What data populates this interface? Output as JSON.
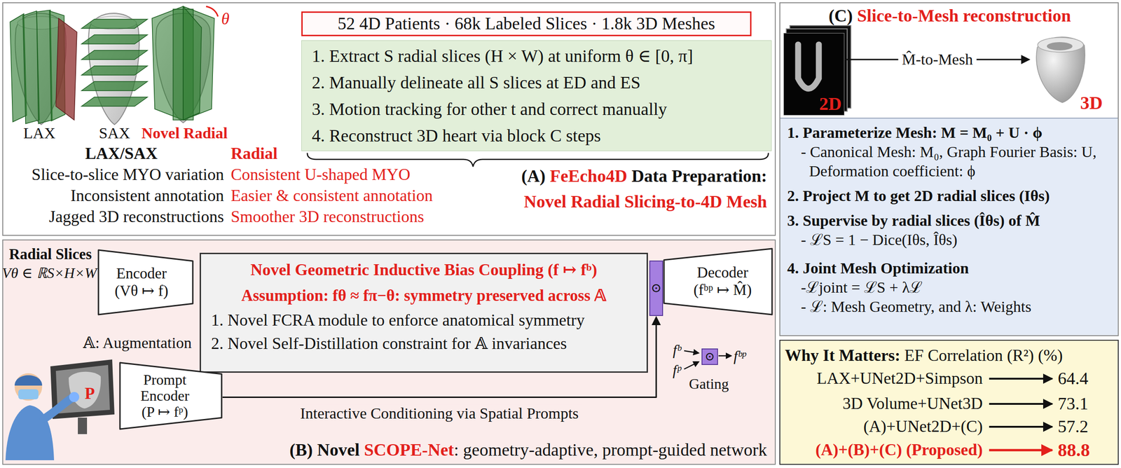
{
  "diagram": {
    "nodes": [
      {
        "text": [
          "(A)",
          "FeEcho4D",
          "Data Preparation:",
          "Novel Radial Slicing-to-4D Mesh"
        ]
      },
      {
        "text": [
          "52 4D Patients · 68k Labeled Slices · 1.8k 3D Meshes"
        ],
        "in": 0
      },
      {
        "text": [
          "1. Extract S radial slices (H × W) at uniform θ ∈ [0, π]",
          "2. Manually delineate all S slices at ED and ES",
          "3. Motion tracking for other t and correct manually",
          "4. Reconstruct 3D heart via block C steps"
        ],
        "in": 0
      },
      {
        "text": [
          "(B) Novel",
          "SCOPE-Net",
          ": geometry-adaptive, prompt-guided network"
        ]
      },
      {
        "text": [
          "Encoder",
          "(Vθ ↦ f)"
        ],
        "in": 3
      },
      {
        "text": [
          "Novel Geometric Inductive Bias Coupling (f ↦ fᵇ)",
          "Assumption: fθ ≈ fπ−θ: symmetry preserved across 𝔸",
          "1. Novel FCRA module to enforce anatomical symmetry",
          "2. Novel Self-Distillation constraint for 𝔸 invariances"
        ],
        "in": 3
      },
      {
        "text": [
          "⊙"
        ],
        "in": 3
      },
      {
        "text": [
          "Decoder",
          "(fᵇᵖ ↦ M̂)"
        ],
        "in": 3
      },
      {
        "text": [
          "Prompt Encoder",
          "(P ↦ fᵖ)"
        ],
        "in": 3
      },
      {
        "text": [
          "⊙"
        ],
        "in": 3
      },
      {
        "text": [
          "(C)",
          "Slice-to-Mesh reconstruction",
          "1. Parameterize Mesh: M = M₀ + U · ϕ",
          "- Canonical Mesh: M₀, Graph Fourier Basis: U, Deformation coefficient: ϕ",
          "2. Project M to get 2D radial slices (Iθs)",
          "3. Supervise by radial slices (Îθs) of M̂",
          "- ℒS = 1 − Dice(Iθs, Îθs)",
          "4. Joint Mesh Optimization",
          "-ℒjoint = ℒS + λℒ",
          "- ℒ: Mesh Geometry, and λ: Weights"
        ]
      },
      {
        "text": [
          "2D"
        ],
        "in": 10
      },
      {
        "text": [
          "3D"
        ],
        "in": 10
      },
      {
        "text": [
          "Why It Matters:",
          "EF Correlation (R²) (%)"
        ]
      }
    ],
    "edges": [
      {
        "from": 8,
        "to": 6,
        "arrow": "to",
        "label": "Interactive Conditioning via Spatial Prompts"
      },
      {
        "from": 11,
        "to": 12,
        "arrow": "to",
        "label": "M̂-to-Mesh"
      }
    ],
    "labels": [
      "LAX",
      "SAX",
      "Novel Radial",
      "θ",
      "LAX/SAX",
      "Radial",
      "Slice-to-slice MYO variation",
      "Consistent U-shaped MYO",
      "Inconsistent annotation",
      "Easier & consistent annotation",
      "Jagged 3D reconstructions",
      "Smoother 3D reconstructions",
      "Radial Slices",
      "Vθ ∈ ℝS×H×W",
      "𝔸: Augmentation",
      "P",
      "fᵇ",
      "fᵖ",
      "fᵇᵖ",
      "Gating",
      "LAX+UNet2D+Simpson",
      "64.4",
      "3D Volume+UNet3D",
      "73.1",
      "(A)+UNet2D+(C)",
      "57.2",
      "(A)+(B)+(C) (Proposed)",
      "88.8"
    ]
  }
}
